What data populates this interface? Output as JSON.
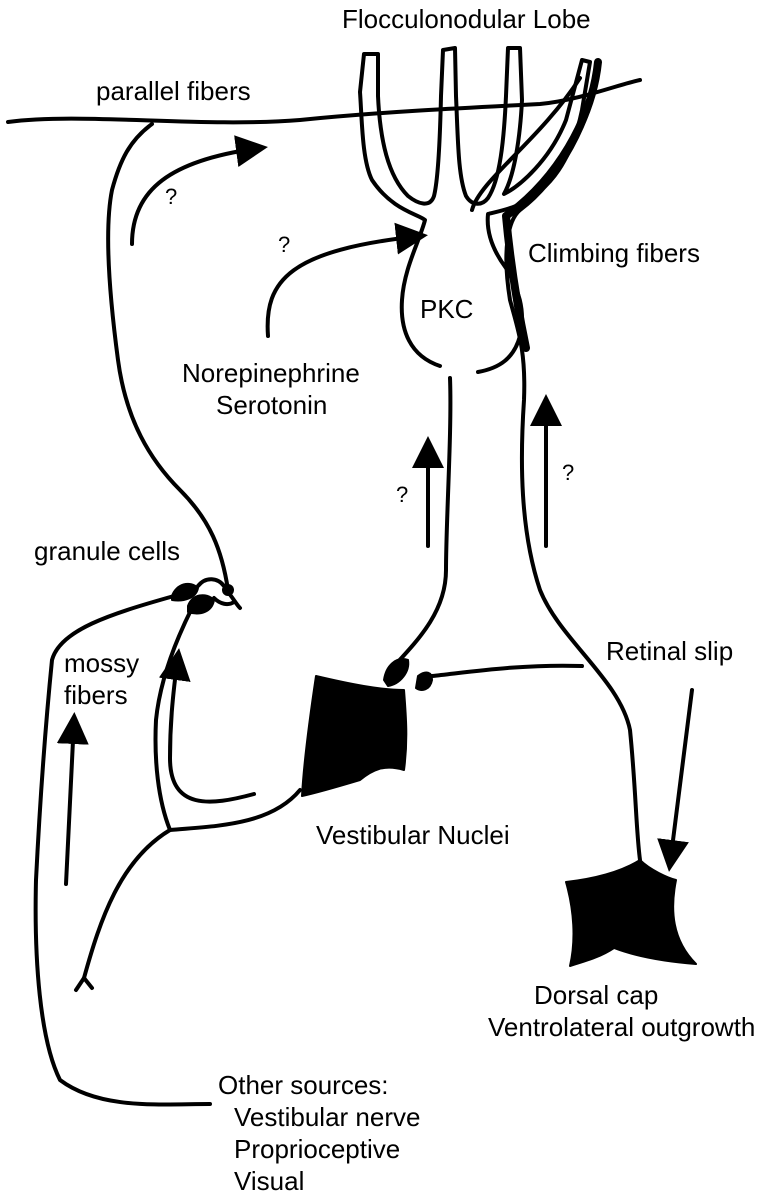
{
  "labels": {
    "flocculonodular_lobe": "Flocculonodular Lobe",
    "parallel_fibers": "parallel fibers",
    "climbing_fibers": "Climbing fibers",
    "pkc": "PKC",
    "norepinephrine": "Norepinephrine",
    "serotonin": "Serotonin",
    "granule_cells": "granule cells",
    "mossy": "mossy",
    "fibers": "fibers",
    "retinal_slip": "Retinal slip",
    "vestibular_nuclei": "Vestibular Nuclei",
    "dorsal_cap": "Dorsal cap",
    "ventrolateral_outgrowth": "Ventrolateral outgrowth",
    "other_sources": "Other sources:",
    "vestibular_nerve": "Vestibular nerve",
    "proprioceptive": "Proprioceptive",
    "visual": "Visual"
  },
  "unknowns": {
    "q1": "?",
    "q2": "?",
    "q3": "?",
    "q4": "?"
  }
}
